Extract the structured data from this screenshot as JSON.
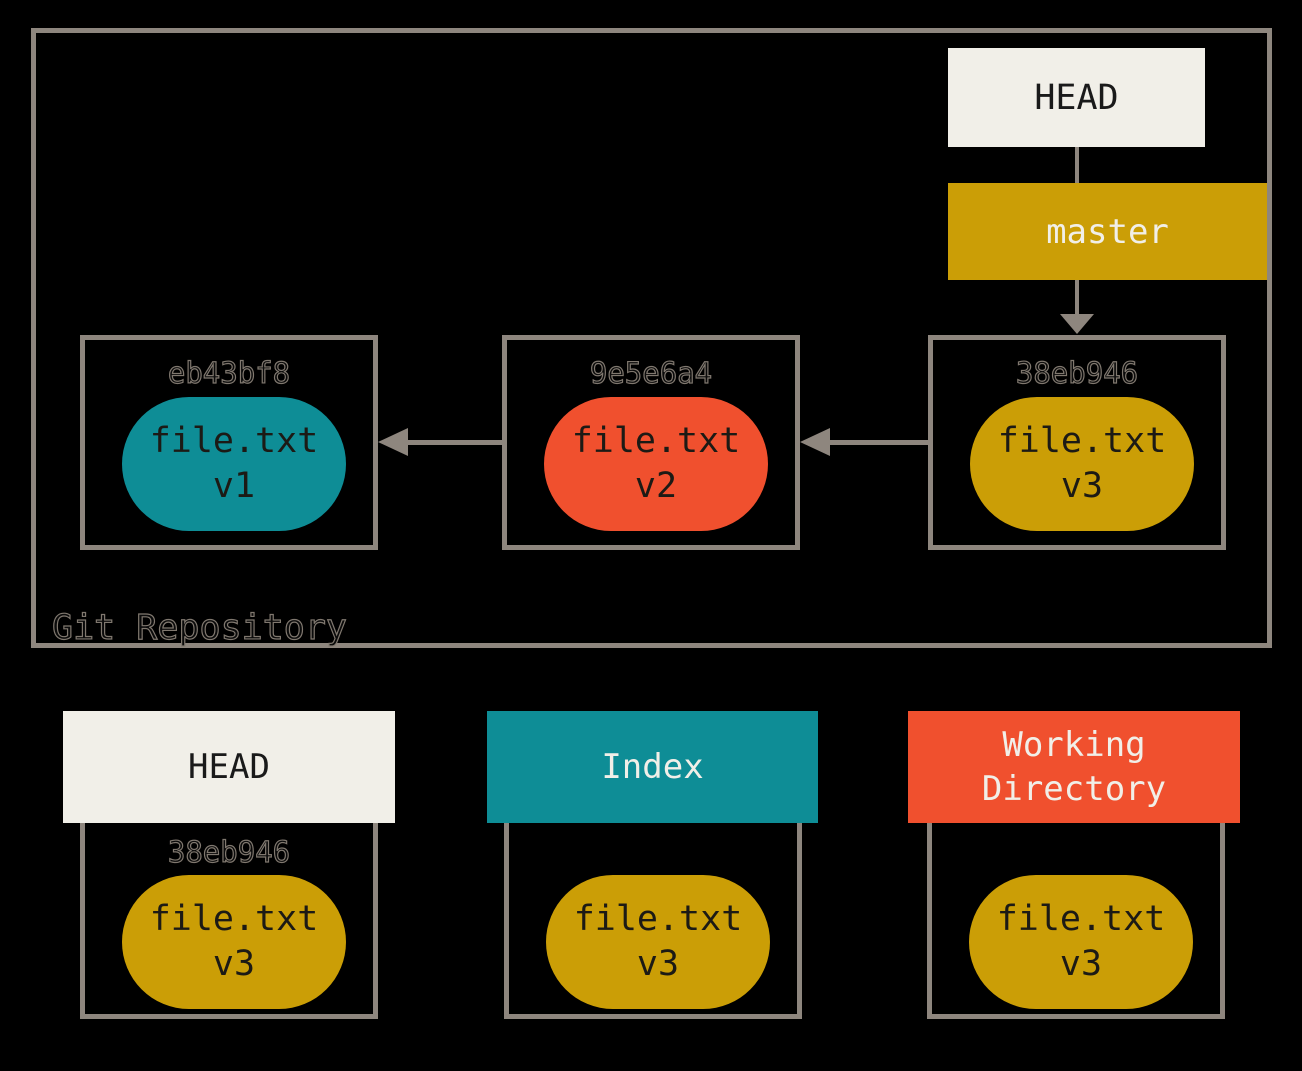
{
  "colors": {
    "background": "#000000",
    "line_gray": "#8E867E",
    "hollow_text_outline": "#80786F",
    "cream": "#F1EFE8",
    "gold": "#CB9E06",
    "teal": "#0E8D96",
    "red": "#F0502E",
    "dark_text": "#1A1A1A",
    "light_text": "#F1EFE8"
  },
  "repository": {
    "label": "Git Repository",
    "head_pointer": {
      "label": "HEAD",
      "bg": "#F1EFE8",
      "fg": "#1A1A1A"
    },
    "branch_pointer": {
      "label": "master",
      "bg": "#CB9E06",
      "fg": "#F1EFE8"
    },
    "commits": [
      {
        "hash": "eb43bf8",
        "file_name": "file.txt",
        "file_version": "v1",
        "blob_color": "#0E8D96"
      },
      {
        "hash": "9e5e6a4",
        "file_name": "file.txt",
        "file_version": "v2",
        "blob_color": "#F0502E"
      },
      {
        "hash": "38eb946",
        "file_name": "file.txt",
        "file_version": "v3",
        "blob_color": "#CB9E06"
      }
    ]
  },
  "trees": [
    {
      "label": "HEAD",
      "hash": "38eb946",
      "file_name": "file.txt",
      "file_version": "v3",
      "header_bg": "#F1EFE8",
      "header_fg": "#1A1A1A",
      "blob_color": "#CB9E06"
    },
    {
      "label": "Index",
      "file_name": "file.txt",
      "file_version": "v3",
      "header_bg": "#0E8D96",
      "header_fg": "#F1EFE8",
      "blob_color": "#CB9E06"
    },
    {
      "label": "Working Directory",
      "file_name": "file.txt",
      "file_version": "v3",
      "header_bg": "#F0502E",
      "header_fg": "#F1EFE8",
      "blob_color": "#CB9E06"
    }
  ]
}
